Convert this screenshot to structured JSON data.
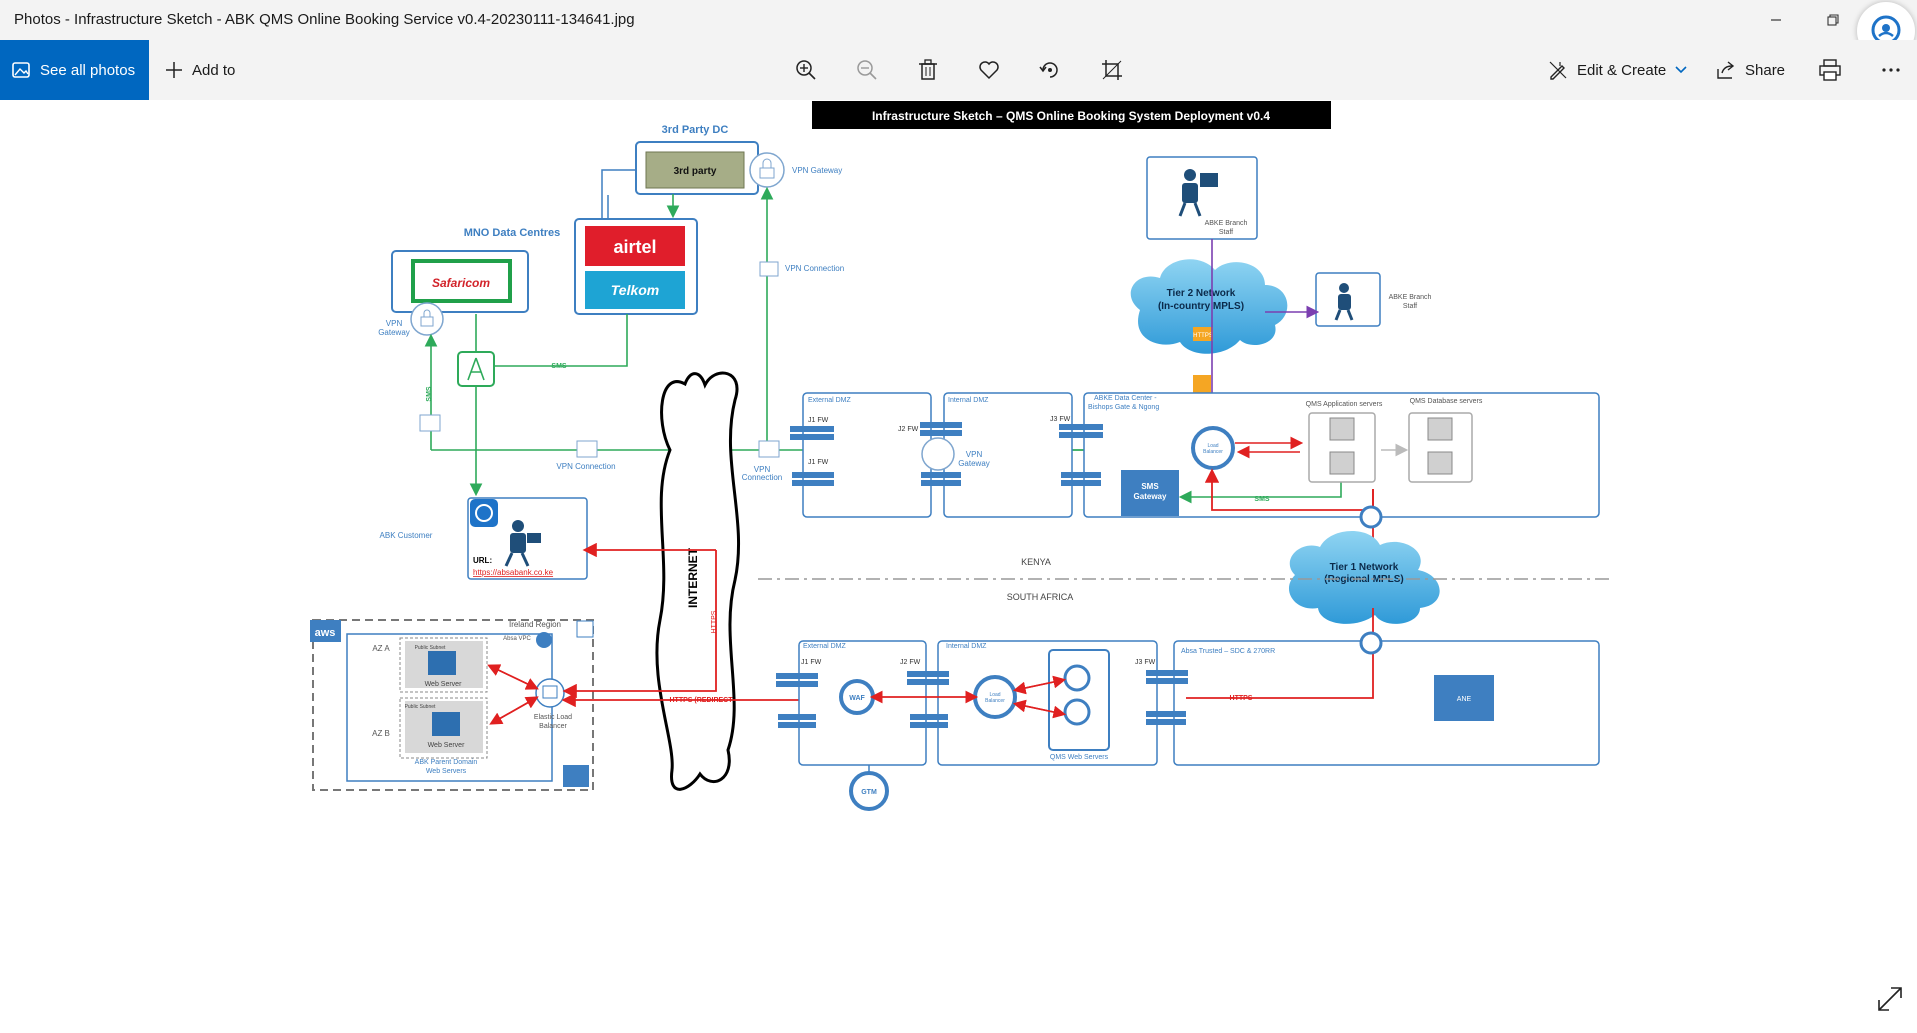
{
  "window": {
    "title": "Photos - Infrastructure Sketch - ABK QMS Online Booking Service v0.4-20230111-134641.jpg"
  },
  "toolbar": {
    "see_all_photos": "See all photos",
    "add_to": "Add to",
    "edit_create": "Edit & Create",
    "share": "Share"
  },
  "diagram": {
    "title": "Infrastructure Sketch – QMS Online Booking System Deployment v0.4",
    "third_party_dc": "3rd Party DC",
    "third_party": "3rd party",
    "mno_data_centres": "MNO Data Centres",
    "safaricom": "Safaricom",
    "airtel": "airtel",
    "telkom": "Telkom",
    "vpn_gateway": "VPN Gateway",
    "vpn_connection": "VPN Connection",
    "sms": "SMS",
    "abk_customer": "ABK Customer",
    "url_label": "URL:",
    "url": "https://absabank.co.ke",
    "internet": "INTERNET",
    "https": "HTTPS",
    "https_redirect": "HTTPS (REDIRECT",
    "external_dmz": "External DMZ",
    "internal_dmz": "Internal DMZ",
    "j1_fw": "J1 FW",
    "j2_fw": "J2 FW",
    "j3_fw": "J3 FW",
    "abke_dc": "ABKE Data Center - Bishops Gate & Ngong",
    "sms_gateway": "SMS Gateway",
    "load_balancer": "Load Balancer",
    "qms_app_servers": "QMS Application servers",
    "qms_db_servers": "QMS Database servers",
    "tier2": "Tier 2 Network (In-country MPLS)",
    "tier1": "Tier 1 Network (Regional MPLS)",
    "branch_staff": "ABKE Branch Staff",
    "kenya": "KENYA",
    "south_africa": "SOUTH AFRICA",
    "aws": "aws",
    "ireland_region": "Ireland Region",
    "absa_vpc": "Absa VPC",
    "az_a": "AZ A",
    "az_b": "AZ B",
    "public_subnet": "Public Subnet",
    "web_server": "Web Server",
    "elb": "Elastic Load Balancer",
    "abk_parent": "ABK Parent Domain Web Servers",
    "waf": "WAF",
    "gtm": "GTM",
    "qms_web_servers": "QMS Web Servers",
    "absa_trusted": "Absa Trusted – SDC & 270RR",
    "ane": "ANE"
  },
  "colors": {
    "accent": "#0067c0",
    "diagram_blue": "#3e7fc1",
    "sms_green": "#2eaa5a",
    "https_red": "#e02020",
    "mpls_purple": "#7b3fb0"
  }
}
